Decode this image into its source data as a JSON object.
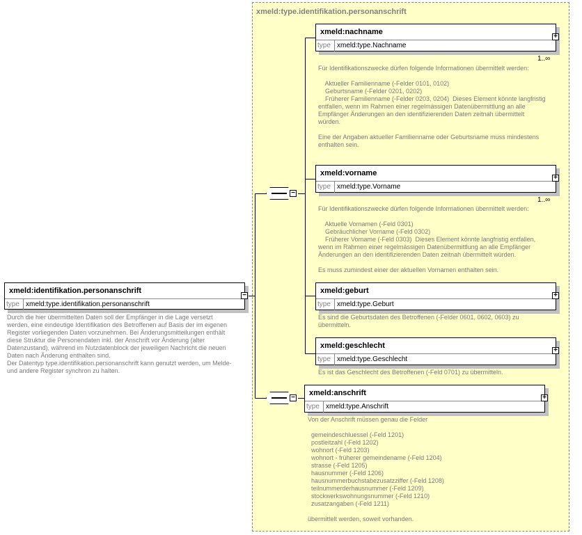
{
  "group": {
    "title": "xmeld:type.identifikation.personanschrift"
  },
  "root": {
    "name": "xmeld:identifikation.personanschrift",
    "type_label": "type",
    "type": "xmeld:type.identifikation.personanschrift",
    "description": "Durch die hier übermittelten Daten soll der Empfänger in die Lage versetzt\nwerden, eine eindeutige Identifikation des Betroffenen auf Basis der im eigenen\nRegister vorliegenden Daten vorzunehmen. Bei Änderungsmitteilungen enthält\ndiese Struktur die Personendaten inkl. der Anschrift vor Änderung (alter\nDatenzustand), während im Nutzdatenblock der jeweiligen Nachricht die neuen\nDaten nach Änderung enthalten sind.\nDer Datentyp type.identifikation.personanschrift kann genutzt werden, um Melde-\nund andere Register synchron zu halten."
  },
  "elements": [
    {
      "name": "xmeld:nachname",
      "type_label": "type",
      "type": "xmeld:type.Nachname",
      "cardinality": "1..∞",
      "description": "Für Identifikationszwecke dürfen folgende Informationen übermittelt werden:\n\n    Aktueller Familienname (-Felder 0101, 0102)\n    Geburtsname (-Felder 0201, 0202)\n    Früherer Familienname (-Felder 0203, 0204)  Dieses Element könnte langfristig\nentfallen, wenn im Rahmen einer regelmässigen Datenübermittlung an alle\nEmpfänger Änderungen an den identifizierenden Daten zeitnah übermittelt\nwürden.\n\nEine der Angaben aktueller Familienname oder Geburtsname muss mindestens\nenthalten sein."
    },
    {
      "name": "xmeld:vorname",
      "type_label": "type",
      "type": "xmeld:type.Vorname",
      "cardinality": "1..∞",
      "description": "Für Identifikationszwecke dürfen folgende Informationen übermittelt werden:\n\n    Aktuelle Vornamen (-Feld 0301)\n    Gebräuchlicher Vorname (-Feld 0302)\n    Früherer Vorname (-Feld 0303)  Dieses Element könnte langfristig entfallen,\nwenn im Rahmen einer regelmässigen Datenübermittlung an alle Empfänger\nÄnderungen an den identifizierenden Daten zeitnah übermittelt würden.\n\nEs muss zumindest einer der aktuellen Vornamen enthalten sein."
    },
    {
      "name": "xmeld:geburt",
      "type_label": "type",
      "type": "xmeld:type.Geburt",
      "description": "Es sind die Geburtsdaten des Betroffenen (-Felder 0601, 0602, 0603) zu\nübermitteln."
    },
    {
      "name": "xmeld:geschlecht",
      "type_label": "type",
      "type": "xmeld:type.Geschlecht",
      "description": "Es ist das Geschlecht des Betroffenen (-Feld 0701) zu übermitteln."
    },
    {
      "name": "xmeld:anschrift",
      "type_label": "type",
      "type": "xmeld:type.Anschrift",
      "description": "Von der Anschrift müssen genau die Felder\n\n  gemeindeschluessel (-Feld 1201)\n  postleitzahl (-Feld 1202)\n  wohnort (-Feld 1203)\n  wohnort - früherer gemeindename (-Feld 1204)\n  strasse (-Feld 1205)\n  hausnummer (-Feld 1206)\n  hausnummerbuchstabezusatzziffer (-Feld 1208)\n  teilnummerderhausnummer (-Feld 1209)\n  stockwerkswohnungsnummer (-Feld 1210)\n  zusatzangaben (-Feld 1211)\n\nübermittelt werden, soweit vorhanden."
    }
  ],
  "expand_symbol": "+",
  "collapse_symbol": "−"
}
